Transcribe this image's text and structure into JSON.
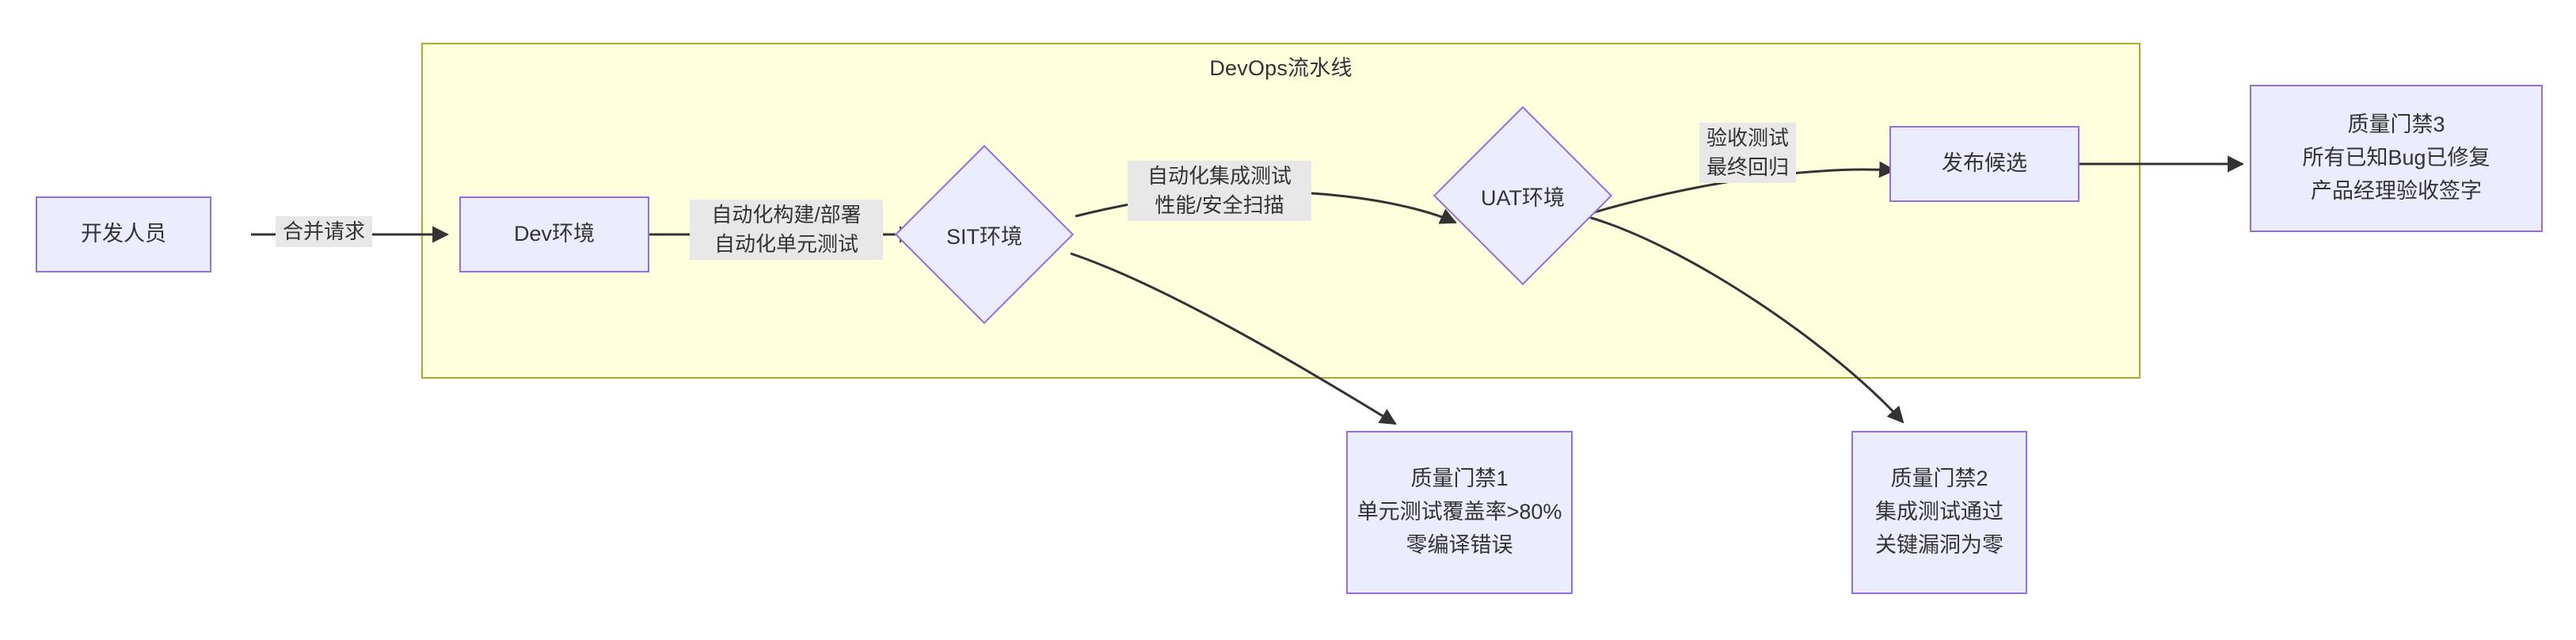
{
  "diagram": {
    "type": "flowchart",
    "direction": "left-to-right",
    "subgraph": {
      "title": "DevOps流水线",
      "fill_color": "#ffffde",
      "border_color": "#aaaa33"
    },
    "node_style": {
      "fill_color": "#ececff",
      "border_color": "#9370db",
      "text_color": "#333333"
    },
    "edge_label_style": {
      "background_color": "#e8e8e8"
    },
    "nodes": {
      "developer": {
        "label": "开发人员",
        "shape": "rect"
      },
      "dev_env": {
        "label": "Dev环境",
        "shape": "rect"
      },
      "sit_env": {
        "label": "SIT环境",
        "shape": "diamond"
      },
      "uat_env": {
        "label": "UAT环境",
        "shape": "diamond"
      },
      "release_candidate": {
        "label": "发布候选",
        "shape": "rect"
      },
      "gate1": {
        "shape": "rect",
        "line1": "质量门禁1",
        "line2": "单元测试覆盖率>80%",
        "line3": "零编译错误"
      },
      "gate2": {
        "shape": "rect",
        "line1": "质量门禁2",
        "line2": "集成测试通过",
        "line3": "关键漏洞为零"
      },
      "gate3": {
        "shape": "rect",
        "line1": "质量门禁3",
        "line2": "所有已知Bug已修复",
        "line3": "产品经理验收签字"
      }
    },
    "edges": [
      {
        "id": "e1",
        "from": "developer",
        "to": "dev_env",
        "label_line1": "合并请求"
      },
      {
        "id": "e2",
        "from": "dev_env",
        "to": "sit_env",
        "label_line1": "自动化构建/部署",
        "label_line2": "自动化单元测试"
      },
      {
        "id": "e3",
        "from": "sit_env",
        "to": "uat_env",
        "label_line1": "自动化集成测试",
        "label_line2": "性能/安全扫描"
      },
      {
        "id": "e4",
        "from": "uat_env",
        "to": "release_candidate",
        "label_line1": "验收测试",
        "label_line2": "最终回归"
      },
      {
        "id": "e5",
        "from": "release_candidate",
        "to": "gate3",
        "label_line1": ""
      },
      {
        "id": "e6",
        "from": "sit_env",
        "to": "gate1",
        "label_line1": ""
      },
      {
        "id": "e7",
        "from": "uat_env",
        "to": "gate2",
        "label_line1": ""
      }
    ]
  }
}
